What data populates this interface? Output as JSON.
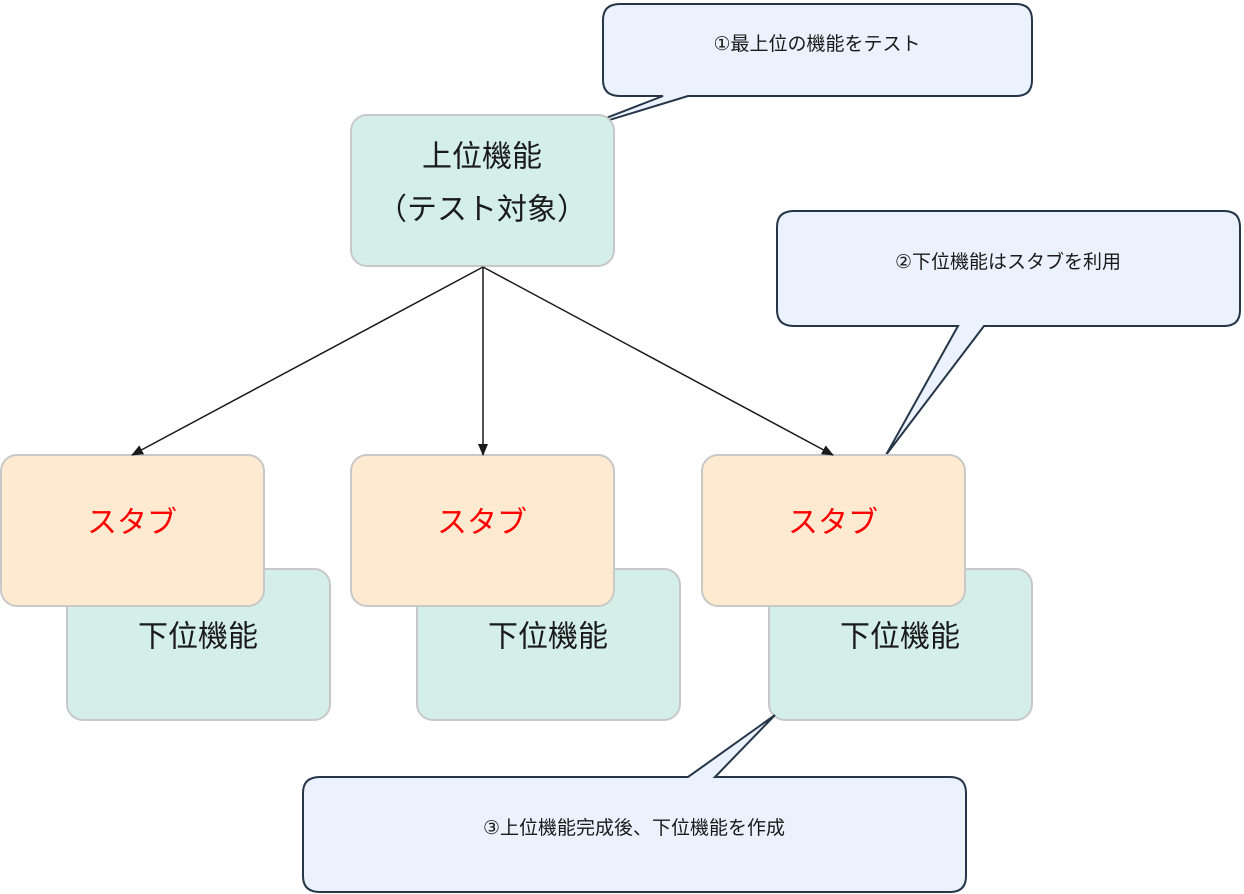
{
  "top_node": {
    "line1": "上位機能",
    "line2": "（テスト対象）"
  },
  "stubs": [
    {
      "label": "スタブ"
    },
    {
      "label": "スタブ"
    },
    {
      "label": "スタブ"
    }
  ],
  "lower_functions": [
    {
      "label": "下位機能"
    },
    {
      "label": "下位機能"
    },
    {
      "label": "下位機能"
    }
  ],
  "callouts": {
    "step1": "①最上位の機能をテスト",
    "step2": "②下位機能はスタブを利用",
    "step3": "③上位機能完成後、下位機能を作成"
  },
  "colors": {
    "top_node_fill": "#d3efe7",
    "stub_fill": "#feead0",
    "lower_fill": "#d3efe7",
    "node_stroke": "#c8c8c8",
    "stub_text": "#ff0000",
    "callout_fill": "#ebf2fd",
    "callout_stroke": "#253649",
    "edge": "#1a1a1a"
  }
}
